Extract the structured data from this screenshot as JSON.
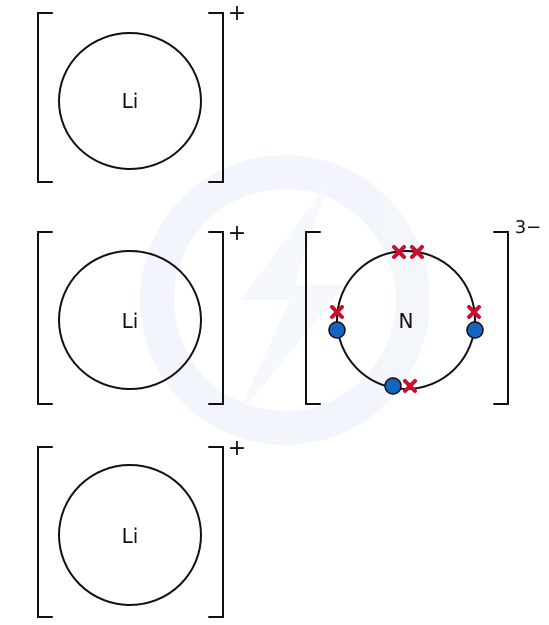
{
  "ions": [
    {
      "symbol": "Li",
      "charge": "+"
    },
    {
      "symbol": "Li",
      "charge": "+"
    },
    {
      "symbol": "Li",
      "charge": "+"
    },
    {
      "symbol": "N",
      "charge": "3−"
    }
  ],
  "colors": {
    "outline": "#111111",
    "electron_cross": "#c8102e",
    "electron_dot": "#1565c0",
    "watermark": "#e9f0fa"
  },
  "legend_icons": {
    "cross": "cross-icon",
    "dot": "dot-icon"
  }
}
